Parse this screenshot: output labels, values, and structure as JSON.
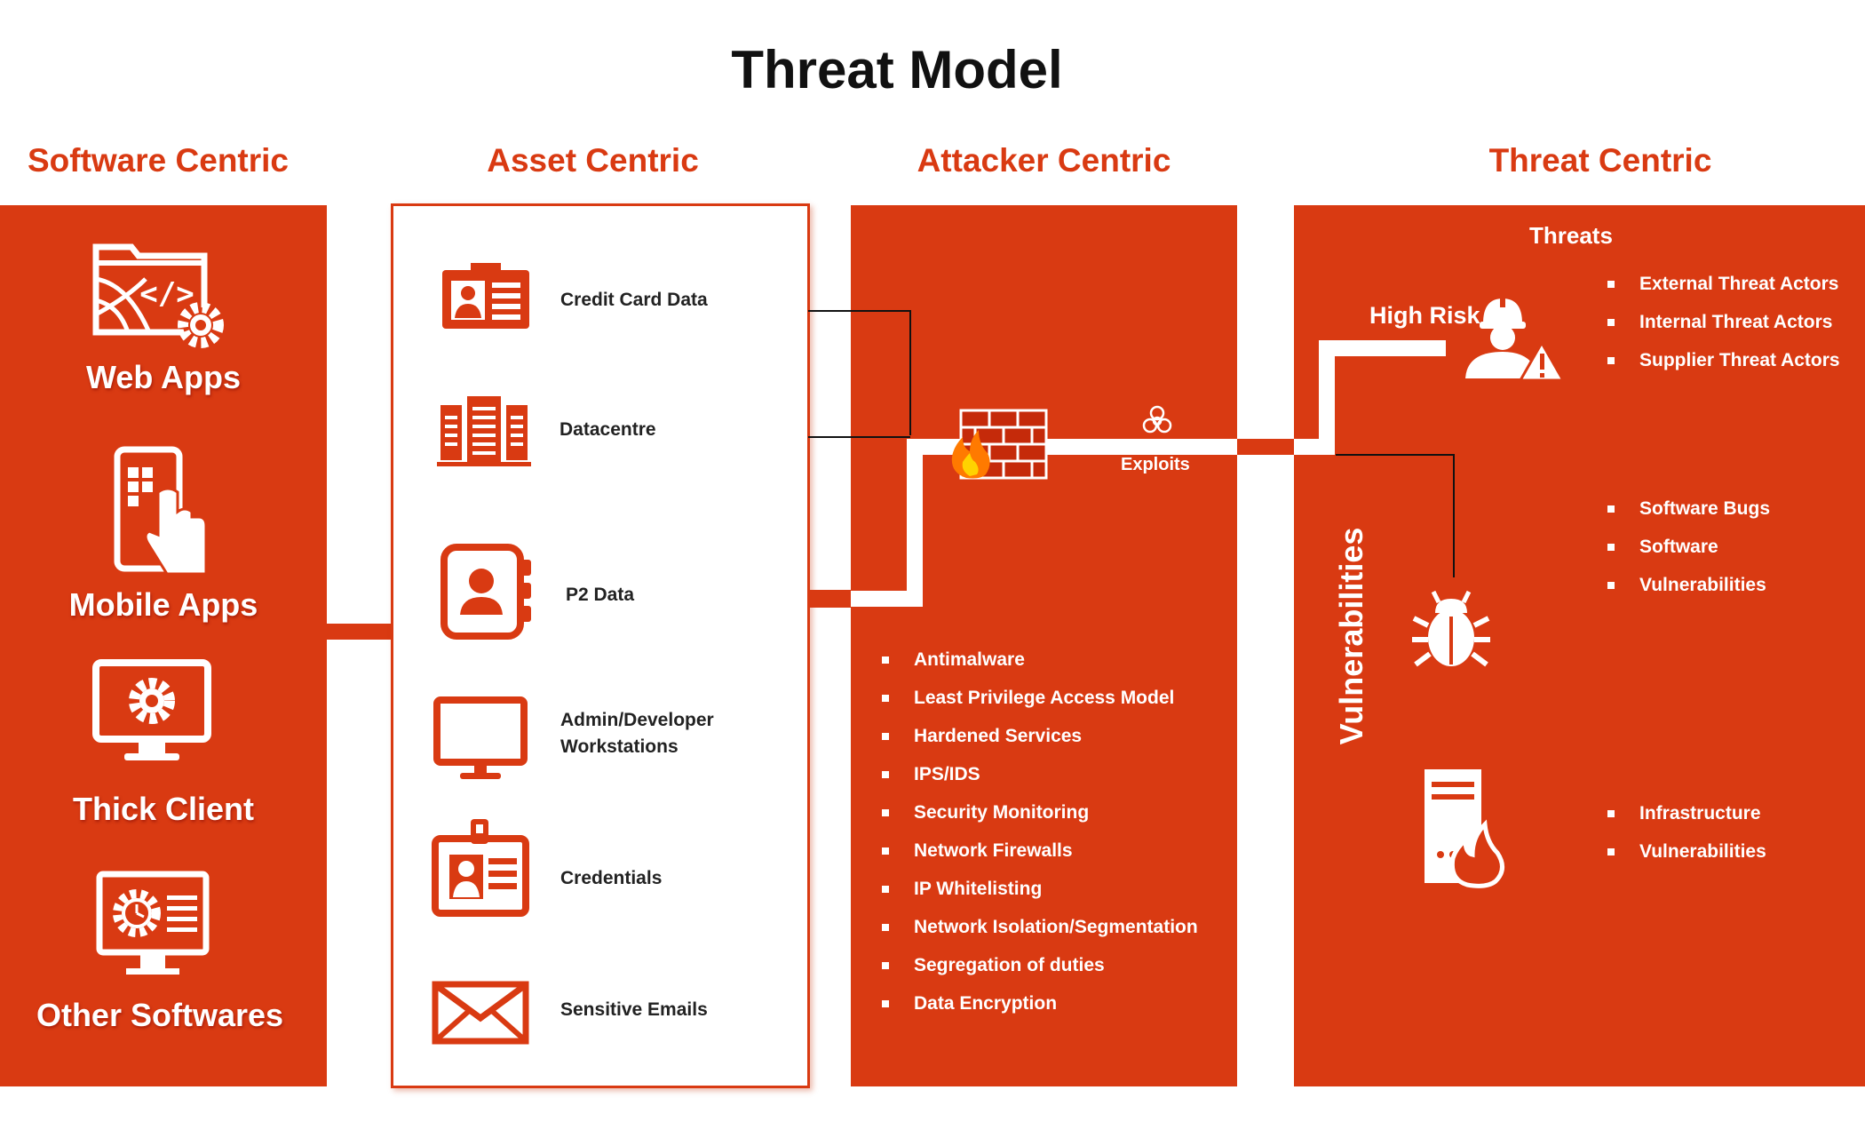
{
  "title": "Threat Model",
  "columns": {
    "software": "Software Centric",
    "asset": "Asset Centric",
    "attacker": "Attacker Centric",
    "threat": "Threat Centric"
  },
  "software_items": [
    "Web Apps",
    "Mobile Apps",
    "Thick Client",
    "Other Softwares"
  ],
  "asset_items": [
    "Credit Card Data",
    "Datacentre",
    "P2 Data",
    "Admin/Developer\nWorkstations",
    "Credentials",
    "Sensitive Emails"
  ],
  "attacker": {
    "exploits_label": "Exploits",
    "controls": [
      "Antimalware",
      "Least Privilege Access Model",
      "Hardened Services",
      "IPS/IDS",
      "Security Monitoring",
      "Network Firewalls",
      "IP Whitelisting",
      "Network Isolation/Segmentation",
      "Segregation of duties",
      "Data Encryption"
    ]
  },
  "threat": {
    "threats_heading": "Threats",
    "high_risk_label": "High Risk",
    "vulnerabilities_label": "Vulnerabilities",
    "threat_actors": [
      "External Threat Actors",
      "Internal Threat Actors",
      "Supplier Threat Actors"
    ],
    "software_vulns": [
      "Software Bugs",
      "Software",
      "Vulnerabilities"
    ],
    "infra_vulns": [
      "Infrastructure",
      "Vulnerabilities"
    ]
  },
  "colors": {
    "accent": "#d93a12",
    "white": "#ffffff",
    "dark": "#111111"
  }
}
